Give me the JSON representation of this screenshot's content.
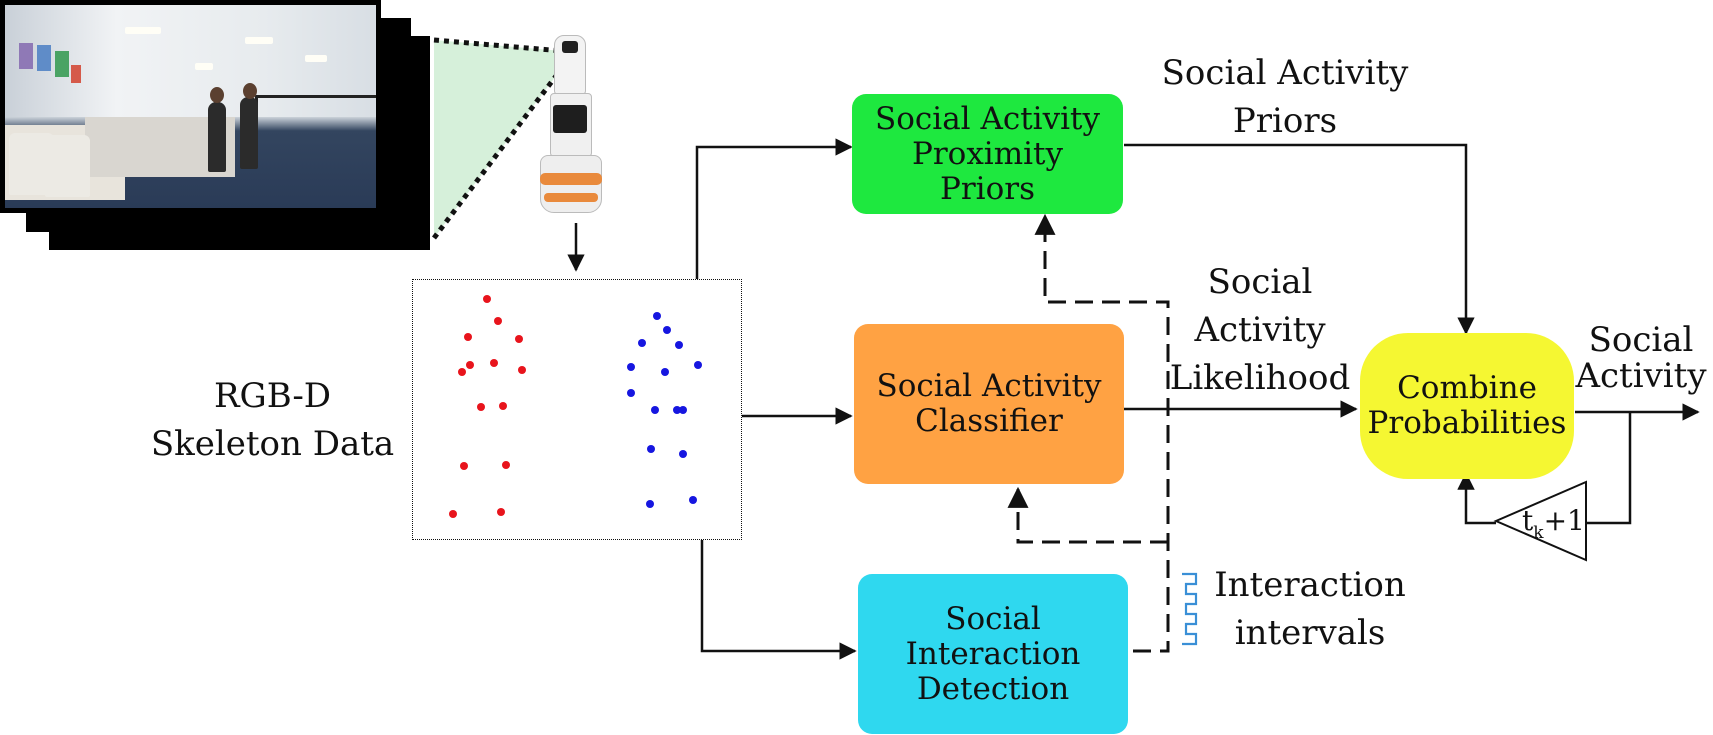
{
  "input": {
    "label_lines": [
      "RGB-D",
      "Skeleton Data"
    ]
  },
  "boxes": {
    "proximity": {
      "lines": [
        "Social Activity",
        "Proximity",
        "Priors"
      ],
      "color": "#1ee83f"
    },
    "classifier": {
      "lines": [
        "Social Activity",
        "Classifier"
      ],
      "color": "#ffa243"
    },
    "interaction": {
      "lines": [
        "Social",
        "Interaction",
        "Detection"
      ],
      "color": "#2fd8ef"
    },
    "combine": {
      "lines": [
        "Combine",
        "Probabilities"
      ],
      "color": "#f5f732"
    }
  },
  "edge_labels": {
    "priors": [
      "Social Activity",
      "Priors"
    ],
    "likelihood": [
      "Social",
      "Activity",
      "Likelihood"
    ],
    "intervals": [
      "Interaction",
      "intervals"
    ],
    "output": [
      "Social",
      "Activity"
    ]
  },
  "feedback": {
    "delay": "t",
    "subscript": "k",
    "increment": "+1"
  },
  "colors": {
    "left_skeleton": "#e8141c",
    "right_skeleton": "#1616e0",
    "intervals_signal": "#3a8fd6",
    "camera_fov": "#d6f0da"
  },
  "icons": {
    "camera_frames": "rgb-camera-frames",
    "robot": "robot-icon",
    "intervals": "square-wave-icon"
  }
}
